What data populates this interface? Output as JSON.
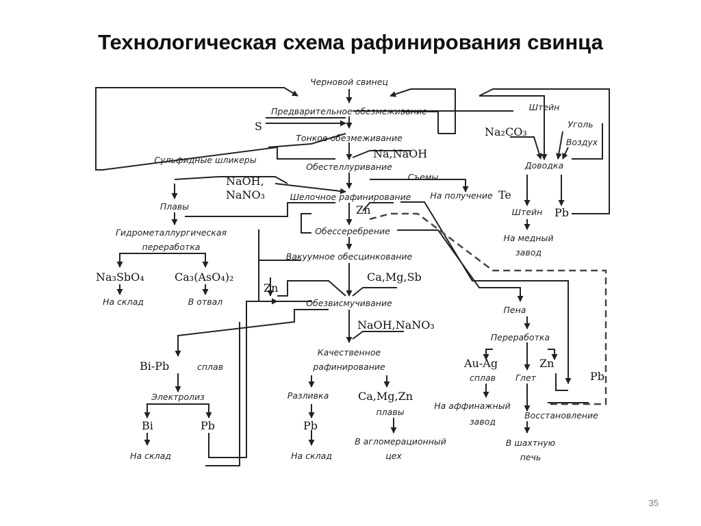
{
  "slide": {
    "title": "Технологическая схема рафинирования свинца",
    "page_number": "35"
  },
  "labels": {
    "crude_lead": "Черновой свинец",
    "pre_decopper": "Предварительное обезмеживание",
    "fine_decopper": "Тонкое обезмеживание",
    "de_tellur": "Обестеллуривание",
    "alkaline_ref": "Шелочное рафинирование",
    "desilver": "Обессеребрение",
    "vac_dezinc": "Вакуумное обесцинкование",
    "debismuth": "Обезвисмучивание",
    "quality_ref_1": "Качественное",
    "quality_ref_2": "рафинирование",
    "sulfide": "Сульфидные шликеры",
    "melts": "Плавы",
    "hydro_1": "Гидрометаллургическая",
    "hydro_2": "переработка",
    "to_store_1": "На склад",
    "to_dump": "В отвал",
    "bipb_alloy": "сплав",
    "electrolysis": "Электролиз",
    "to_store_2": "На склад",
    "casting": "Разливка",
    "to_store_3": "На склад",
    "melts_2": "плавы",
    "agglo_1": "В агломерационный",
    "agglo_2": "цех",
    "matte_1": "Штейн",
    "coal": "Уголь",
    "air": "Воздух",
    "finishing": "Доводка",
    "matte_2": "Штейн",
    "copper_plant_1": "На медный",
    "copper_plant_2": "завод",
    "skims": "Съемы",
    "to_te": "На получение",
    "foam": "Пена",
    "processing": "Переработка",
    "auag_alloy": "сплав",
    "litharge": "Глет",
    "refinery_1": "На аффинажный",
    "refinery_2": "завод",
    "reduction": "Восстановление",
    "shaft_1": "В шахтную",
    "shaft_2": "печь"
  },
  "chem": {
    "s": "S",
    "na_naoh": "Na,NaOH",
    "naoh": "NaOH,",
    "nano3": "NaNO₃",
    "zn_1": "Zn",
    "zn_2": "Zn",
    "ca_mg_sb": "Ca,Mg,Sb",
    "naoh_nano3": "NaOH,NaNO₃",
    "na3sbo4": "Na₃SbO₄",
    "ca3aso4": "Ca₃(AsO₄)₂",
    "bi_pb": "Bi-Pb",
    "bi": "Bi",
    "pb_1": "Pb",
    "pb_2": "Pb",
    "ca_mg_zn": "Ca,Mg,Zn",
    "na2co3": "Na₂CO₃",
    "pb_3": "Pb",
    "te": "Te",
    "au_ag": "Au-Ag",
    "zn_3": "Zn",
    "pb_4": "Pb"
  },
  "colors": {
    "ink": "#222222",
    "paper": "#ffffff"
  }
}
